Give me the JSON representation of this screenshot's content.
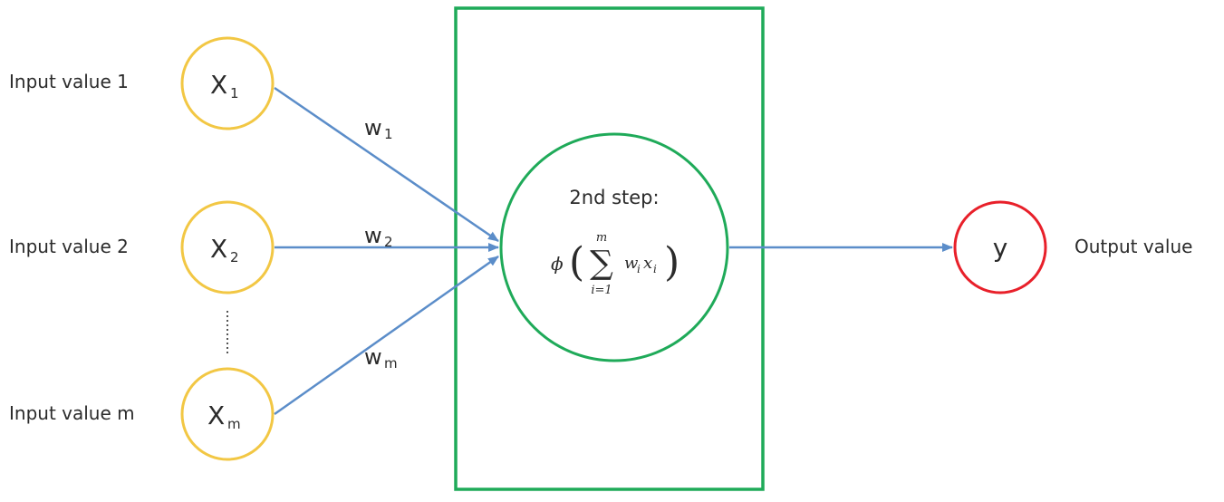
{
  "inputs": [
    {
      "label": "Input value 1",
      "symbol": "X",
      "subscript": "1"
    },
    {
      "label": "Input value 2",
      "symbol": "X",
      "subscript": "2"
    },
    {
      "label": "Input value m",
      "symbol": "X",
      "subscript": "m"
    }
  ],
  "weights": [
    {
      "symbol": "w",
      "subscript": "1"
    },
    {
      "symbol": "w",
      "subscript": "2"
    },
    {
      "symbol": "w",
      "subscript": "m"
    }
  ],
  "neuron": {
    "title": "2nd step:",
    "formula": {
      "phi": "ϕ",
      "open_paren": "(",
      "sigma": "∑",
      "upper_limit": "m",
      "lower_limit": "i=1",
      "term_w": "w",
      "term_w_sub": "i",
      "term_x": "x",
      "term_x_sub": "i",
      "close_paren": ")"
    }
  },
  "output": {
    "symbol": "y",
    "label": "Output value"
  },
  "colors": {
    "input_circle": "#f2c744",
    "neuron_circle": "#1faa59",
    "box": "#1faa59",
    "output_circle": "#e8202a",
    "arrow": "#5b8dc9"
  }
}
